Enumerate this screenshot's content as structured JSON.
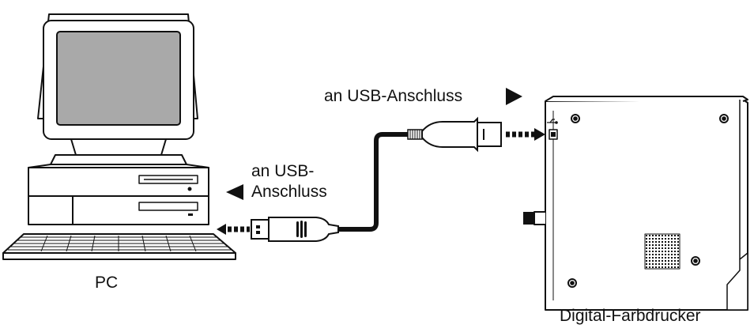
{
  "labels": {
    "pc": "PC",
    "printer": "Digital-Farbdrucker",
    "usb_printer_side": "an USB-Anschluss",
    "usb_pc_side_line1": "an USB-",
    "usb_pc_side_line2": "Anschluss"
  },
  "icons": {
    "pc": "desktop-computer-icon",
    "printer": "printer-icon",
    "cable": "usb-cable-icon",
    "arrow_right": "triangle-right-icon",
    "arrow_left": "triangle-left-icon",
    "usb_symbol": "usb-symbol-icon"
  },
  "colors": {
    "line": "#111111",
    "screen": "#a9a9a9",
    "background": "#ffffff"
  }
}
